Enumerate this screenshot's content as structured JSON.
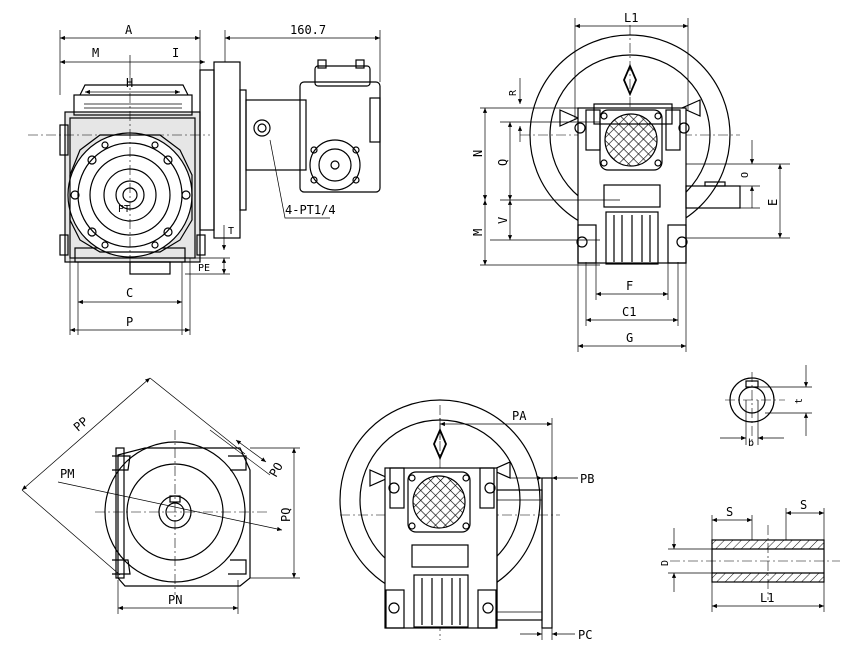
{
  "dimensions": {
    "front": {
      "A": "A",
      "len": "160.7",
      "M": "M",
      "I": "I",
      "H": "H",
      "T": "T",
      "PE": "PE",
      "C": "C",
      "P": "P",
      "port": "4-PT1/4",
      "plug": "PT"
    },
    "side": {
      "L1": "L1",
      "R": "R",
      "N": "N",
      "Q": "Q",
      "M": "M",
      "V": "V",
      "O": "O",
      "E": "E",
      "F": "F",
      "C1": "C1",
      "G": "G"
    },
    "flange": {
      "PP": "PP",
      "PM": "PM",
      "PO": "PO",
      "PQ": "PQ",
      "PN": "PN"
    },
    "adapter": {
      "PA": "PA",
      "PB": "PB",
      "PC": "PC"
    },
    "hole": {
      "t": "t",
      "b": "b"
    },
    "shaft": {
      "S1": "S",
      "S2": "S",
      "D": "D",
      "L1": "L1"
    }
  }
}
